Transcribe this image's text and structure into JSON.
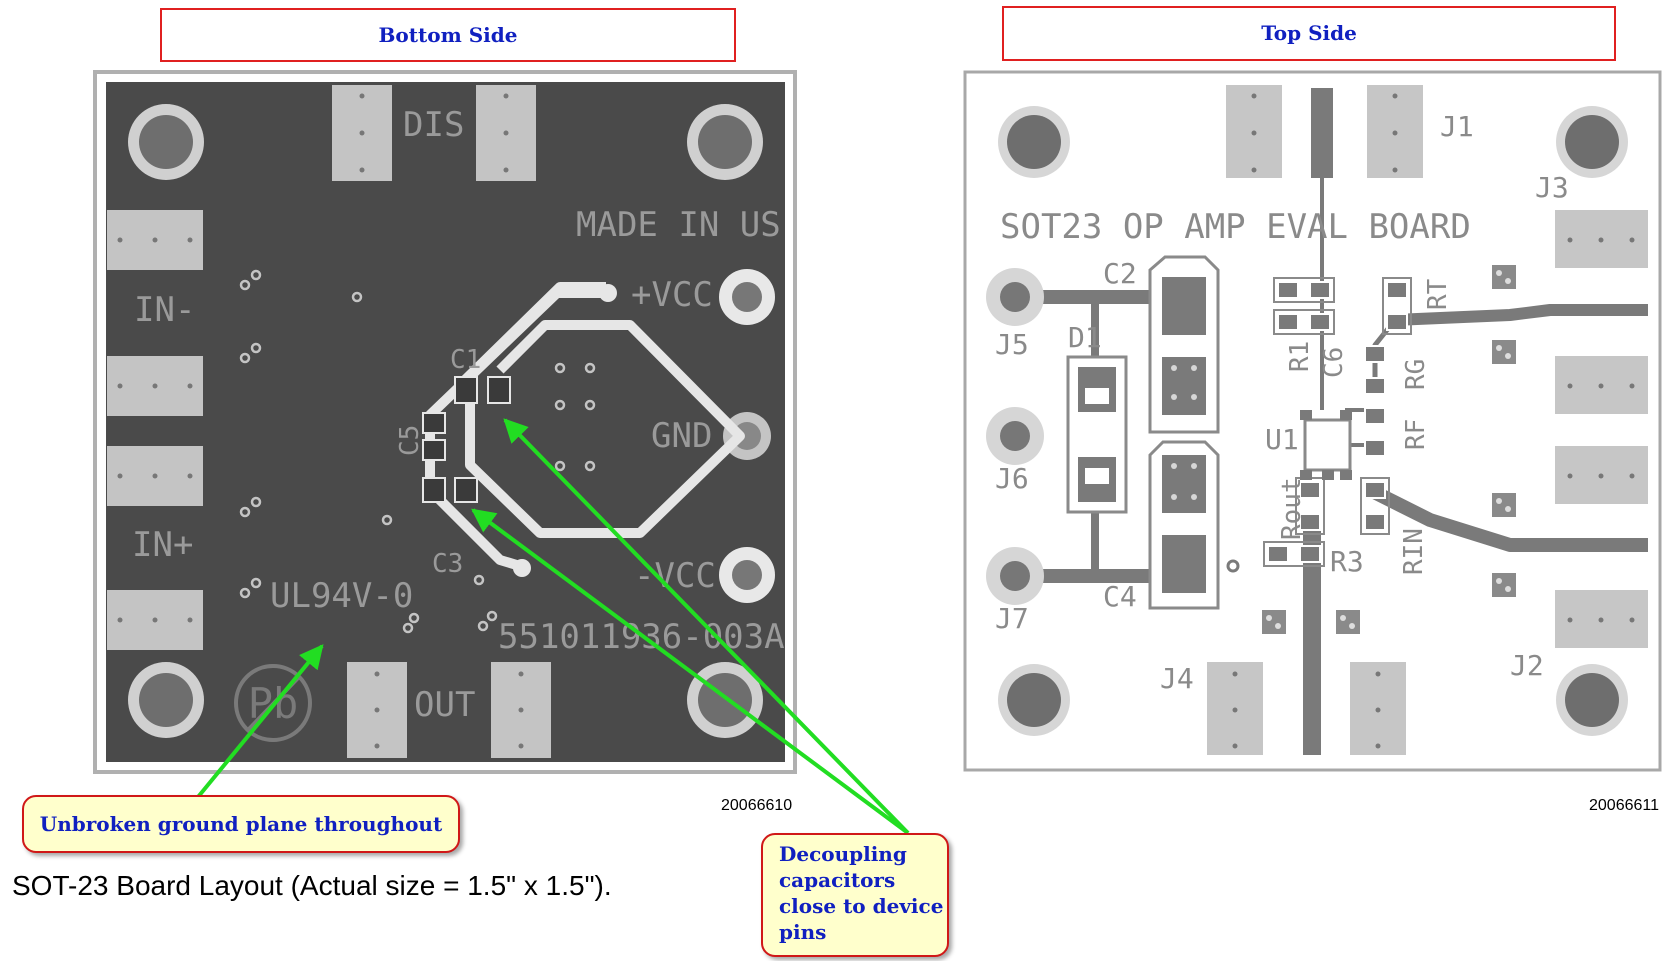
{
  "bottom_panel": {
    "title": "Bottom Side",
    "silk": {
      "dis": "DIS",
      "made_in": "MADE IN US",
      "in_minus": "IN-",
      "in_plus": "IN+",
      "plus_vcc": "+VCC",
      "gnd": "GND",
      "minus_vcc": "-VCC",
      "c1": "C1",
      "c5": "C5",
      "c3": "C3",
      "ul": "UL94V-0",
      "part": "551011936-003A",
      "out": "OUT",
      "pb": "Pb"
    },
    "figure_id": "20066610"
  },
  "top_panel": {
    "title": "Top Side",
    "silk": {
      "board_title": "SOT23 OP AMP EVAL BOARD",
      "j1": "J1",
      "j2": "J2",
      "j3": "J3",
      "j4": "J4",
      "j5": "J5",
      "j6": "J6",
      "j7": "J7",
      "c2": "C2",
      "c4": "C4",
      "c6": "C6",
      "d1": "D1",
      "r1": "R1",
      "r3": "R3",
      "rt": "RT",
      "rg": "RG",
      "rf": "RF",
      "rin": "RIN",
      "rout": "Rout",
      "u1": "U1"
    },
    "figure_id": "20066611"
  },
  "callouts": {
    "ground_plane": "Unbroken ground plane throughout",
    "decoupling": [
      "Decoupling",
      "capacitors",
      "close to device",
      "pins"
    ]
  },
  "caption": "SOT-23 Board Layout (Actual size = 1.5\" x 1.5\").",
  "colors": {
    "bottom_board": "#4a4a4a",
    "silkscreen": "#b5b5b5",
    "copper_light": "#e6e6e6",
    "top_board": "#ffffff",
    "top_trace": "#777777",
    "arrow": "#22dd22",
    "label_border": "#e02020",
    "label_text": "#1020c0",
    "callout_fill": "#ffffcc"
  }
}
